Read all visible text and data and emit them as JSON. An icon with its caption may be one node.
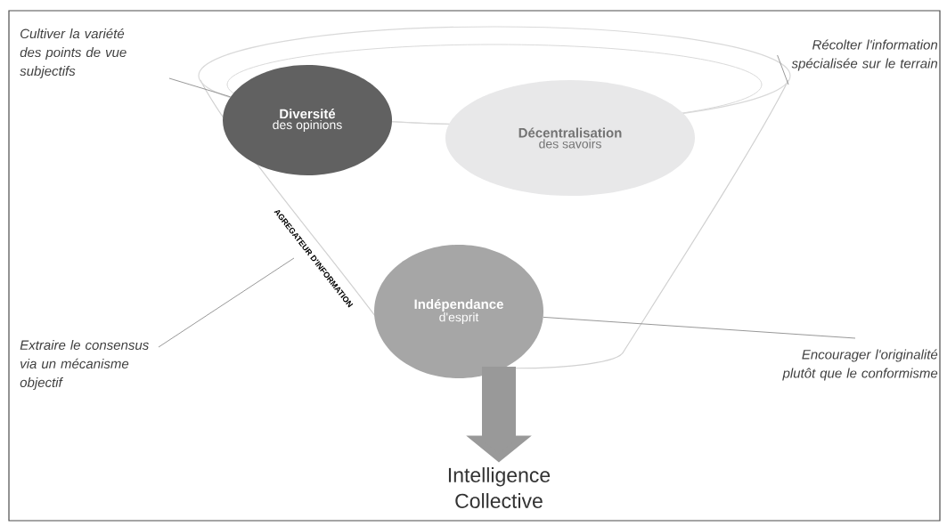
{
  "diagram": {
    "nodes": [
      {
        "text": [
          "AGREGATEUR D'INFORMATION"
        ]
      },
      {
        "text": [
          "Diversité",
          "des opinions"
        ],
        "in": 0
      },
      {
        "text": [
          "Décentralisation",
          "des savoirs"
        ],
        "in": 0
      },
      {
        "text": [
          "Indépendance",
          "d'esprit"
        ],
        "in": 0
      },
      {
        "text": [
          "Cultiver la variété des points de vue subjectifs"
        ]
      },
      {
        "text": [
          "Récolter l'information spécialisée sur le terrain"
        ]
      },
      {
        "text": [
          "Extraire le consensus via un mécanisme objectif"
        ]
      },
      {
        "text": [
          "Encourager l'originalité plutôt que le conformisme"
        ]
      },
      {
        "text": [
          "Intelligence Collective"
        ]
      }
    ],
    "edges": [
      {
        "from": 4,
        "to": 1,
        "arrow": "none"
      },
      {
        "from": 5,
        "to": 0,
        "arrow": "none"
      },
      {
        "from": 6,
        "to": 0,
        "arrow": "none"
      },
      {
        "from": 7,
        "to": 3,
        "arrow": "none"
      },
      {
        "from": 0,
        "to": 8,
        "arrow": "to",
        "style": "thick"
      }
    ]
  }
}
